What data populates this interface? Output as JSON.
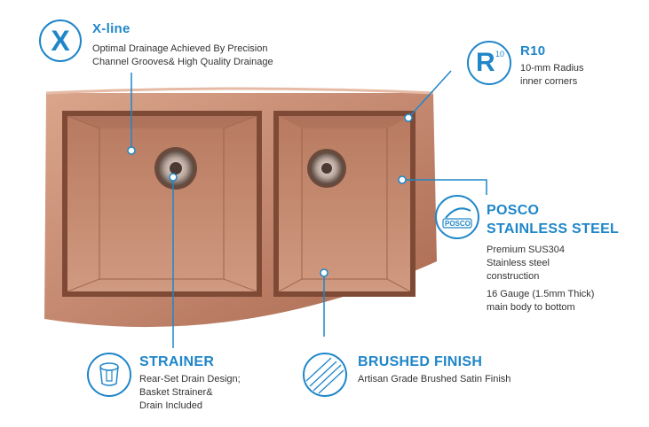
{
  "features": {
    "xline": {
      "icon": "x-letter-icon",
      "icon_text": "X",
      "title": "X-line",
      "lines": [
        "Optimal Drainage Achieved By Precision",
        "Channel Grooves& High Quality Drainage"
      ]
    },
    "r10": {
      "icon": "r10-radius-icon",
      "icon_text": "R",
      "icon_sup": "10",
      "title": "R10",
      "lines": [
        "10-mm Radius",
        "inner corners"
      ]
    },
    "posco": {
      "icon": "posco-logo-icon",
      "icon_text": "POSCO",
      "title_lines": [
        "POSCO",
        "STAINLESS STEEL"
      ],
      "lines": [
        "Premium SUS304",
        "Stainless steel",
        "construction"
      ],
      "lines2": [
        "16 Gauge (1.5mm Thick)",
        "main body to bottom"
      ]
    },
    "strainer": {
      "icon": "basket-strainer-icon",
      "title": "STRAINER",
      "lines": [
        "Rear-Set Drain Design;",
        "Basket Strainer&",
        "Drain Included"
      ]
    },
    "brushed": {
      "icon": "brushed-texture-icon",
      "title": "BRUSHED FINISH",
      "lines": [
        "Artisan Grade Brushed Satin Finish"
      ]
    }
  },
  "colors": {
    "accent": "#1f86c8",
    "copper": "#c98e72",
    "copper_dark": "#9a5e45"
  }
}
